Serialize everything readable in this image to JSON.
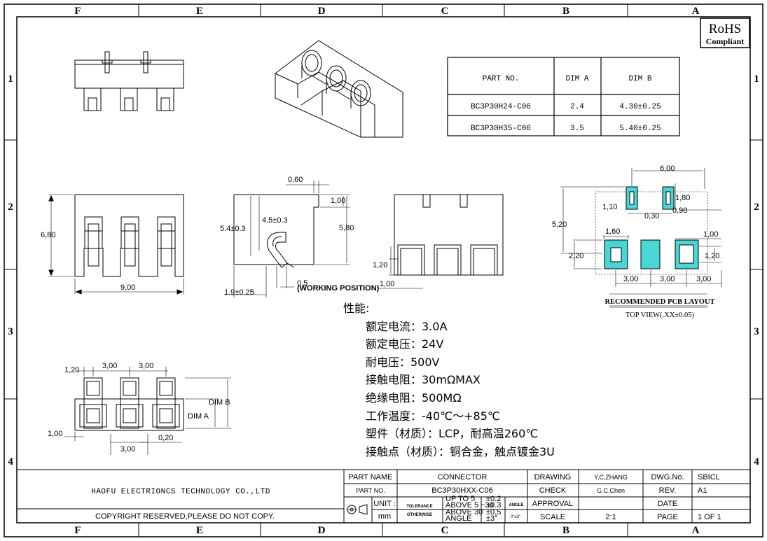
{
  "frame": {
    "columns": [
      "F",
      "E",
      "D",
      "C",
      "B",
      "A"
    ],
    "rows": [
      "1",
      "2",
      "3",
      "4"
    ]
  },
  "rohs": {
    "title": "RoHS",
    "subtitle": "Compliant"
  },
  "part_table": {
    "headers": [
      "PART NO.",
      "DIM A",
      "DIM B"
    ],
    "rows": [
      [
        "BC3P30H24-C06",
        "2.4",
        "4.30±0.25"
      ],
      [
        "BC3P30H35-C06",
        "3.5",
        "5.40±0.25"
      ]
    ]
  },
  "dims": {
    "front_width": "9,00",
    "front_height": "6,80",
    "side_060": "0,60",
    "side_100": "1,00",
    "side_45": "4.5±0.3",
    "side_54": "5.4±0.3",
    "side_580": "5,80",
    "side_05": "0.5",
    "side_wp": "(WORKING POSITION)",
    "side_19": "1.9±0.25",
    "back_120": "1,20",
    "back_100": "1,00",
    "pcb_600": "6,00",
    "pcb_180": "1,80",
    "pcb_110": "1,10",
    "pcb_030": "0,30",
    "pcb_090": "0,90",
    "pcb_520": "5,20",
    "pcb_160": "1,60",
    "pcb_100": "1,00",
    "pcb_220": "2,20",
    "pcb_120": "1,20",
    "pcb_300a": "3,00",
    "pcb_300b": "3,00",
    "pcb_300c": "3,00",
    "pcb_title": "RECOMMENDED PCB LAYOUT",
    "pcb_subtitle": "TOP VIEW(.XX±0.05)",
    "bot_120": "1,20",
    "bot_300a": "3,00",
    "bot_300b": "3,00",
    "bot_dimb": "DIM B",
    "bot_dima": "DIM A",
    "bot_100": "1,00",
    "bot_300c": "3,00",
    "bot_020": "0,20"
  },
  "specs": {
    "heading": "性能:",
    "items": [
      "额定电流：3.0A",
      "额定电压：24V",
      "耐电压：500V",
      "接触电阻：30mΩMAX",
      "绝缘电阻：500MΩ",
      "工作温度：-40℃～+85℃",
      "塑件（材质）：LCP，耐高温260℃",
      "接触点（材质）：铜合金，触点镀金3U"
    ]
  },
  "title_block": {
    "company": "HAOFU ELECTRIONCS TECHNOLOGY CO.,LTD",
    "copyright": "COPYRIGHT RESERVED,PLEASE DO NOT COPY.",
    "part_name_label": "PART NAME",
    "part_name": "CONNECTOR",
    "part_no_label": "PART NO.",
    "part_no": "BC3P30HXX-C06",
    "unit_label": "UNIT :",
    "unit": "mm",
    "tolerance": "TOLERANCE",
    "otherwise": "OTHERWISE",
    "tol_rows": [
      [
        "UP TO 5",
        "±0.2"
      ],
      [
        "ABOVE 5 ~30",
        "±0.3"
      ],
      [
        "ABOVE 30",
        "±0.5"
      ],
      [
        "ANGLE",
        "±3°"
      ]
    ],
    "angle_label": "ANGLE",
    "angle_value": "0°±3°",
    "drawing_label": "DRAWING",
    "drawing": "Y,C,ZHANG",
    "check_label": "CHECK",
    "check": "G.C.Chen",
    "approval_label": "APPROVAL",
    "approval": "",
    "scale_label": "SCALE",
    "scale": "2:1",
    "dwg_label": "DWG.No.",
    "dwg": "SBICL",
    "rev_label": "REV.",
    "rev": "A1",
    "date_label": "DATE",
    "date": "",
    "page_label": "PAGE",
    "page": "1 OF 1"
  }
}
